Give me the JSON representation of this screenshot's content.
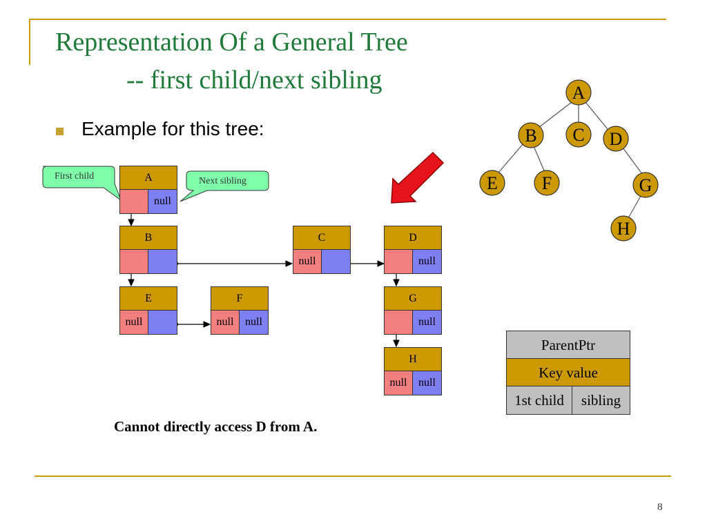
{
  "slide": {
    "title_line1": "Representation Of a General Tree",
    "title_line2": "-- first child/next sibling",
    "bullet": "Example for this tree:",
    "caption": "Cannot directly access D from A.",
    "page_number": "8"
  },
  "colors": {
    "accent": "#cc9900",
    "title": "#1f7a3a",
    "first_child_cell": "#f47f7f",
    "next_sibling_cell": "#7f7ff4",
    "callout": "#80ffaa",
    "arrow": "#e8141c",
    "legend_header": "#c0c0c0"
  },
  "callouts": {
    "first_child": "First child",
    "next_sibling": "Next sibling"
  },
  "nodes": [
    {
      "key": "A",
      "first_child": "",
      "next_sibling": "null"
    },
    {
      "key": "B",
      "first_child": "",
      "next_sibling": ""
    },
    {
      "key": "C",
      "first_child": "null",
      "next_sibling": ""
    },
    {
      "key": "D",
      "first_child": "",
      "next_sibling": "null"
    },
    {
      "key": "E",
      "first_child": "null",
      "next_sibling": ""
    },
    {
      "key": "F",
      "first_child": "null",
      "next_sibling": "null"
    },
    {
      "key": "G",
      "first_child": "",
      "next_sibling": "null"
    },
    {
      "key": "H",
      "first_child": "null",
      "next_sibling": "null"
    }
  ],
  "tree": {
    "nodes": [
      "A",
      "B",
      "C",
      "D",
      "E",
      "F",
      "G",
      "H"
    ],
    "edges": [
      [
        "A",
        "B"
      ],
      [
        "A",
        "C"
      ],
      [
        "A",
        "D"
      ],
      [
        "B",
        "E"
      ],
      [
        "B",
        "F"
      ],
      [
        "D",
        "G"
      ],
      [
        "G",
        "H"
      ]
    ]
  },
  "legend": {
    "parent_ptr": "ParentPtr",
    "key_value": "Key value",
    "first_child": "1st child",
    "sibling": "sibling"
  }
}
